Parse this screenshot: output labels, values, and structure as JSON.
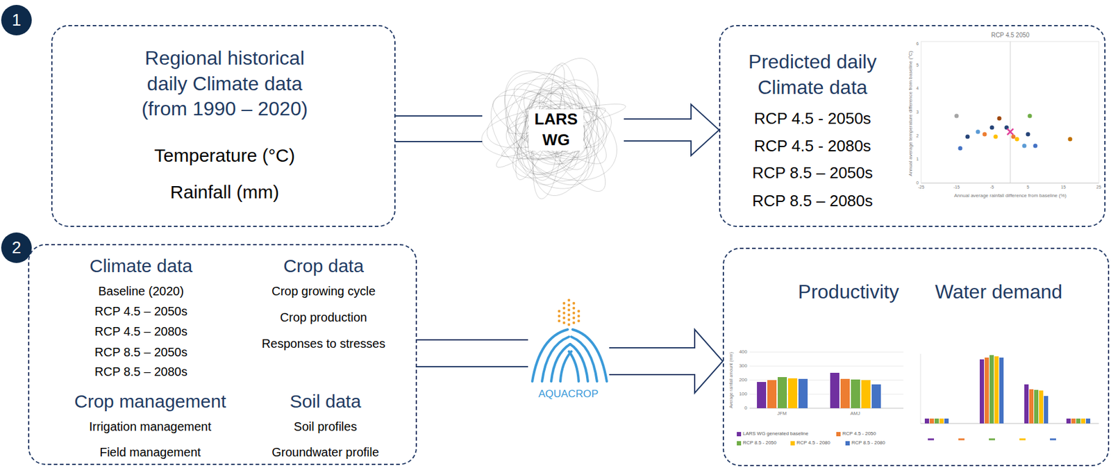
{
  "diagram": {
    "nodes": [
      {
        "text": [
          "1"
        ]
      },
      {
        "text": [
          "Regional historical daily Climate data (from 1990 – 2020)",
          "Temperature (°C)",
          "Rainfall (mm)"
        ]
      },
      {
        "text": [
          "LARS WG"
        ]
      },
      {
        "text": [
          "Predicted daily Climate data",
          "RCP 4.5 - 2050s",
          "RCP 4.5 - 2080s",
          "RCP 8.5 – 2050s",
          "RCP 8.5 – 2080s"
        ]
      },
      {
        "text": [
          "2"
        ]
      },
      {
        "text": [
          "Climate data",
          "Baseline (2020)",
          "RCP 4.5 – 2050s",
          "RCP 4.5 – 2080s",
          "RCP 8.5 – 2050s",
          "RCP 8.5 – 2080s",
          "Crop data",
          "Crop growing cycle",
          "Crop production",
          "Responses to stresses",
          "Crop management",
          "Irrigation management",
          "Field management",
          "Soil data",
          "Soil profiles",
          "Groundwater profile"
        ]
      },
      {
        "text": [
          "AQUACROP"
        ]
      },
      {
        "text": [
          "Productivity",
          "Water demand"
        ]
      }
    ],
    "edges": [
      {
        "from": 1,
        "to": 2,
        "arrow": "none"
      },
      {
        "from": 2,
        "to": 3,
        "arrow": "to"
      },
      {
        "from": 5,
        "to": 6,
        "arrow": "none"
      },
      {
        "from": 6,
        "to": 7,
        "arrow": "to"
      }
    ],
    "labels": [
      "RCP 4.5 2050",
      "Annual average temperature difference from baseline (°C)",
      "Annual average rainfall difference from baseline (%)",
      "-25",
      "-15",
      "-5",
      "5",
      "15",
      "25",
      "0",
      "1",
      "2",
      "3",
      "4",
      "5",
      "6",
      "400",
      "300",
      "200",
      "100",
      "0",
      "JFM",
      "AMJ",
      "Average rainfall amount (mm)"
    ],
    "legend": [
      {
        "text": "LARS WG generated baseline",
        "color": "#7030a0"
      },
      {
        "text": "RCP 4.5 - 2050",
        "color": "#ed7d31"
      },
      {
        "text": "RCP 8.5 - 2050",
        "color": "#70ad47"
      },
      {
        "text": "RCP 4.5 - 2080",
        "color": "#ffc000"
      },
      {
        "text": "RCP 8.5 - 2080",
        "color": "#4472c4"
      }
    ]
  }
}
